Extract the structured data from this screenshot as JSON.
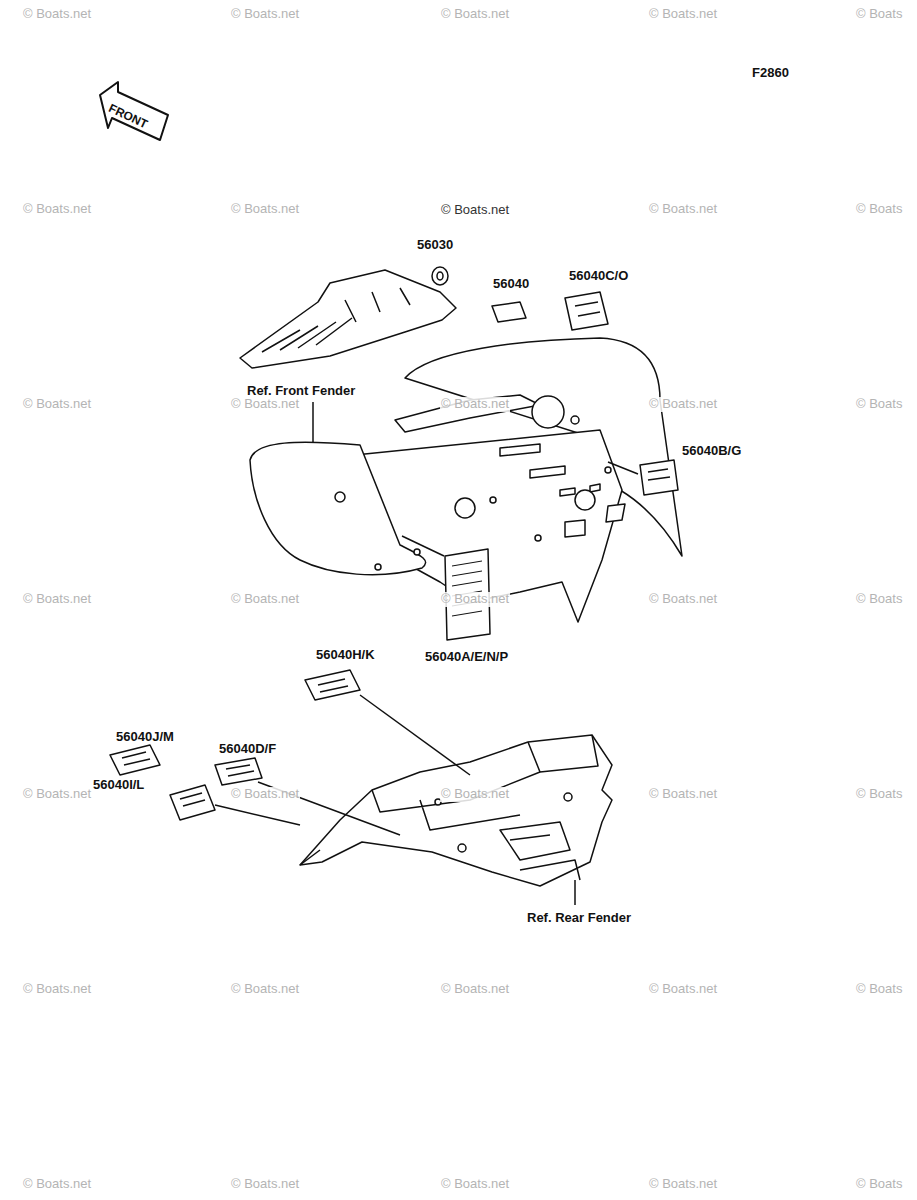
{
  "diagram": {
    "labels": [
      "F2860",
      "FRONT",
      "56030",
      "56040",
      "56040C/O",
      "Ref. Front Fender",
      "56040B/G",
      "56040A/E/N/P",
      "56040H/K",
      "56040J/M",
      "56040D/F",
      "56040I/L",
      "Ref. Rear Fender",
      "© Boats.net",
      "© Boats.net",
      "© Boats.net",
      "© Boats.net",
      "© Boats.net",
      "© Boats",
      "© Boats.net",
      "© Boats.net",
      "© Boats.net",
      "© Boats",
      "© Boats.net",
      "© Boats.net",
      "© Boats.net",
      "© Boats.net",
      "© Boats",
      "© Boats.net",
      "© Boats.net",
      "© Boats.net",
      "© Boats.net",
      "© Boats",
      "© Boats.net",
      "© Boats.net",
      "© Boats.net",
      "© Boats.net",
      "© Boats",
      "© Boats.net",
      "© Boats.net",
      "© Boats.net",
      "© Boats.net",
      "© Boats",
      "© Boats.net",
      "© Boats.net",
      "© Boats.net",
      "© Boats.net",
      "© Boats"
    ]
  }
}
